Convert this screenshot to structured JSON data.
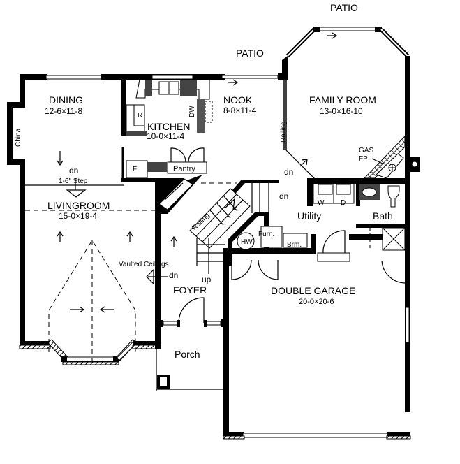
{
  "plan": {
    "outdoor_labels": {
      "patio_top": "PATIO",
      "patio_left": "PATIO",
      "porch": "Porch"
    },
    "rooms": {
      "dining": {
        "name": "DINING",
        "size": "12-6×11-8"
      },
      "kitchen": {
        "name": "KITCHEN",
        "size": "10-0×11-4"
      },
      "nook": {
        "name": "NOOK",
        "size": "8-8×11-4"
      },
      "family_room": {
        "name": "FAMILY ROOM",
        "size": "13-0×16-10"
      },
      "living_room": {
        "name": "LIVINGROOM",
        "size": "15-0×19-4"
      },
      "foyer": {
        "name": "FOYER"
      },
      "utility": {
        "name": "Utility"
      },
      "bath": {
        "name": "Bath"
      },
      "double_garage": {
        "name": "DOUBLE GARAGE",
        "size": "20-0×20-6"
      }
    },
    "fixtures": {
      "china": "China",
      "refrigerator": "R",
      "dishwasher": "DW",
      "freezer": "F",
      "pantry": "Pantry",
      "washer": "W",
      "dryer": "D",
      "hot_water": "HW",
      "furnace": "Furn.",
      "broom": "Brm.",
      "gas_fireplace_line1": "GAS",
      "gas_fireplace_line2": "FP"
    },
    "annotations": {
      "dn_dining": "dn",
      "step": "1-6\" Step",
      "dn_nook": "dn",
      "dn_stairs": "dn",
      "railing_nook": "Railing",
      "railing_stairs": "Railing",
      "vaulted": "Vaulted Ceilings",
      "dn_foyer": "dn",
      "up_foyer": "up"
    }
  }
}
